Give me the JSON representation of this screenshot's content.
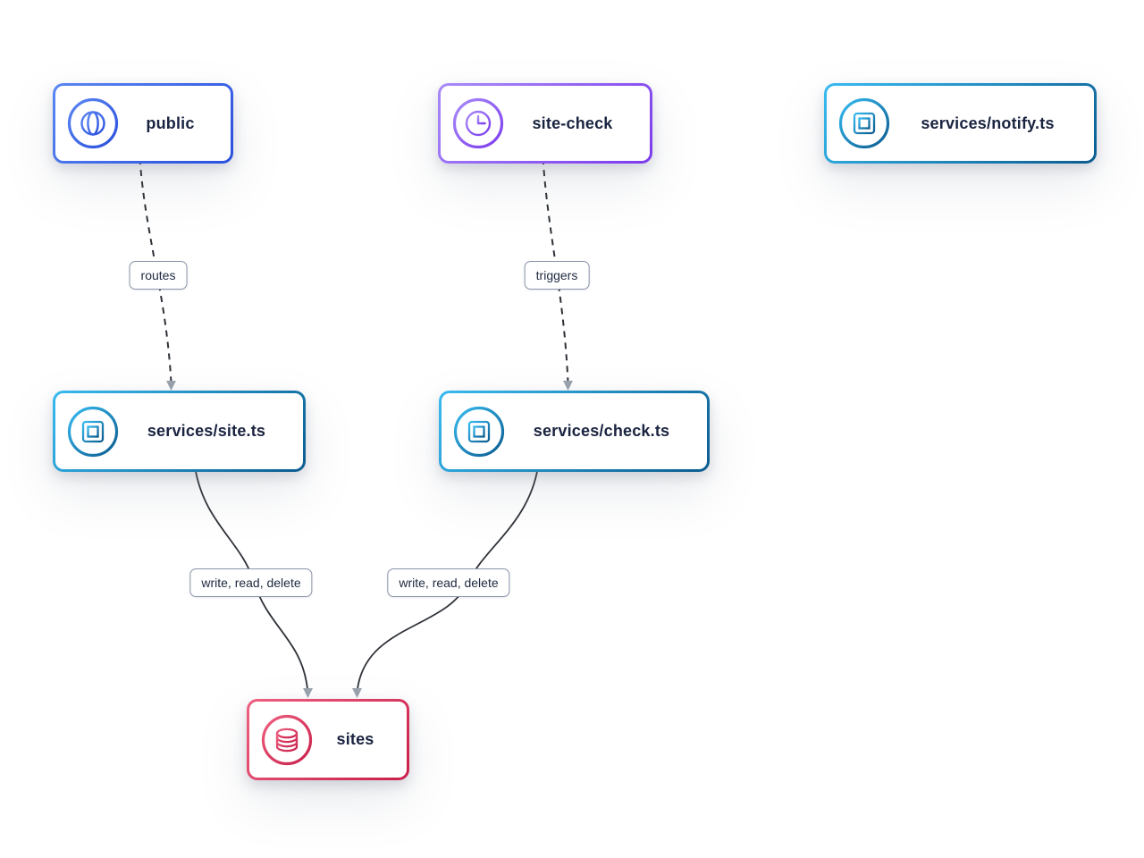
{
  "diagram": {
    "type": "dependency-graph",
    "nodes": [
      {
        "id": "public",
        "label": "public",
        "icon": "globe-icon",
        "kind": "web-endpoint",
        "accent_from": "#5b87f2",
        "accent_to": "#2a4fdd"
      },
      {
        "id": "site-check",
        "label": "site-check",
        "icon": "clock-icon",
        "kind": "cron-trigger",
        "accent_from": "#a98bf8",
        "accent_to": "#7c3aee"
      },
      {
        "id": "services-notify",
        "label": "services/notify.ts",
        "icon": "chip-icon",
        "kind": "service",
        "accent_from": "#38bbf0",
        "accent_to": "#0b5c90"
      },
      {
        "id": "services-site",
        "label": "services/site.ts",
        "icon": "chip-icon",
        "kind": "service",
        "accent_from": "#38bbf0",
        "accent_to": "#0b5c90"
      },
      {
        "id": "services-check",
        "label": "services/check.ts",
        "icon": "chip-icon",
        "kind": "service",
        "accent_from": "#38bbf0",
        "accent_to": "#0b5c90"
      },
      {
        "id": "sites",
        "label": "sites",
        "icon": "database-icon",
        "kind": "database",
        "accent_from": "#ee6080",
        "accent_to": "#c91f4b"
      }
    ],
    "edges": [
      {
        "from": "public",
        "to": "services-site",
        "label": "routes",
        "style": "dashed"
      },
      {
        "from": "site-check",
        "to": "services-check",
        "label": "triggers",
        "style": "dashed"
      },
      {
        "from": "services-site",
        "to": "sites",
        "label": "write, read, delete",
        "style": "solid"
      },
      {
        "from": "services-check",
        "to": "sites",
        "label": "write, read, delete",
        "style": "solid"
      }
    ]
  },
  "colors": {
    "background": "#ffffff",
    "node_text": "#1a2340",
    "edge_line": "#2e3238",
    "arrowhead": "#9aa2ad",
    "edge_label_border": "#8b94a8",
    "edge_label_text": "#1d2940",
    "public_from": "#5b87f2",
    "public_to": "#2a4fdd",
    "cron_from": "#a98bf8",
    "cron_to": "#7c3aee",
    "service_from": "#38bbf0",
    "service_to": "#0b5c90",
    "db_from": "#ee6080",
    "db_to": "#c91f4b"
  }
}
